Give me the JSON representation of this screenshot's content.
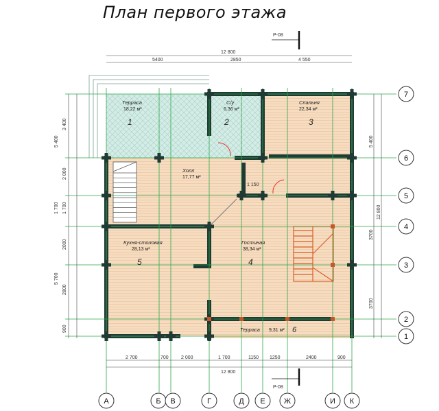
{
  "title": "План первого этажа",
  "section_mark": "Р-08",
  "overall_width": "12 800",
  "overall_depth": "12 800",
  "top_dims": [
    "5400",
    "2850",
    "4 550"
  ],
  "bottom_dims": [
    "2 700",
    "700",
    "2 000",
    "1 700",
    "1150",
    "1250",
    "2400",
    "900"
  ],
  "left_dims": [
    "3 400",
    "5 400",
    "2 000",
    "1 700",
    "1 700",
    "2000",
    "5 700",
    "2800",
    "900"
  ],
  "right_dims": [
    "5 400",
    "12 800",
    "3700",
    "3700"
  ],
  "door_dim": "1 150",
  "axes_letters": [
    "А",
    "Б",
    "В",
    "Г",
    "Д",
    "Е",
    "Ж",
    "И",
    "К"
  ],
  "axes_numbers": [
    "1",
    "2",
    "3",
    "4",
    "5",
    "6",
    "7"
  ],
  "rooms": {
    "terrace_top": {
      "name": "Терраса",
      "area": "18,22 м²",
      "num": "1"
    },
    "wc": {
      "name": "С/у",
      "area": "6,36 м²",
      "num": "2"
    },
    "bedroom": {
      "name": "Спальня",
      "area": "22,34 м²",
      "num": "3"
    },
    "hall": {
      "name": "Холл",
      "area": "17,77 м²"
    },
    "kitchen": {
      "name": "Кухня-столовая",
      "area": "28,13 м²",
      "num": "5"
    },
    "living": {
      "name": "Гостиная",
      "area": "38,34 м²",
      "num": "4"
    },
    "terrace_bottom": {
      "name": "Терраса",
      "area": "9,31 м²",
      "num": "6"
    }
  }
}
